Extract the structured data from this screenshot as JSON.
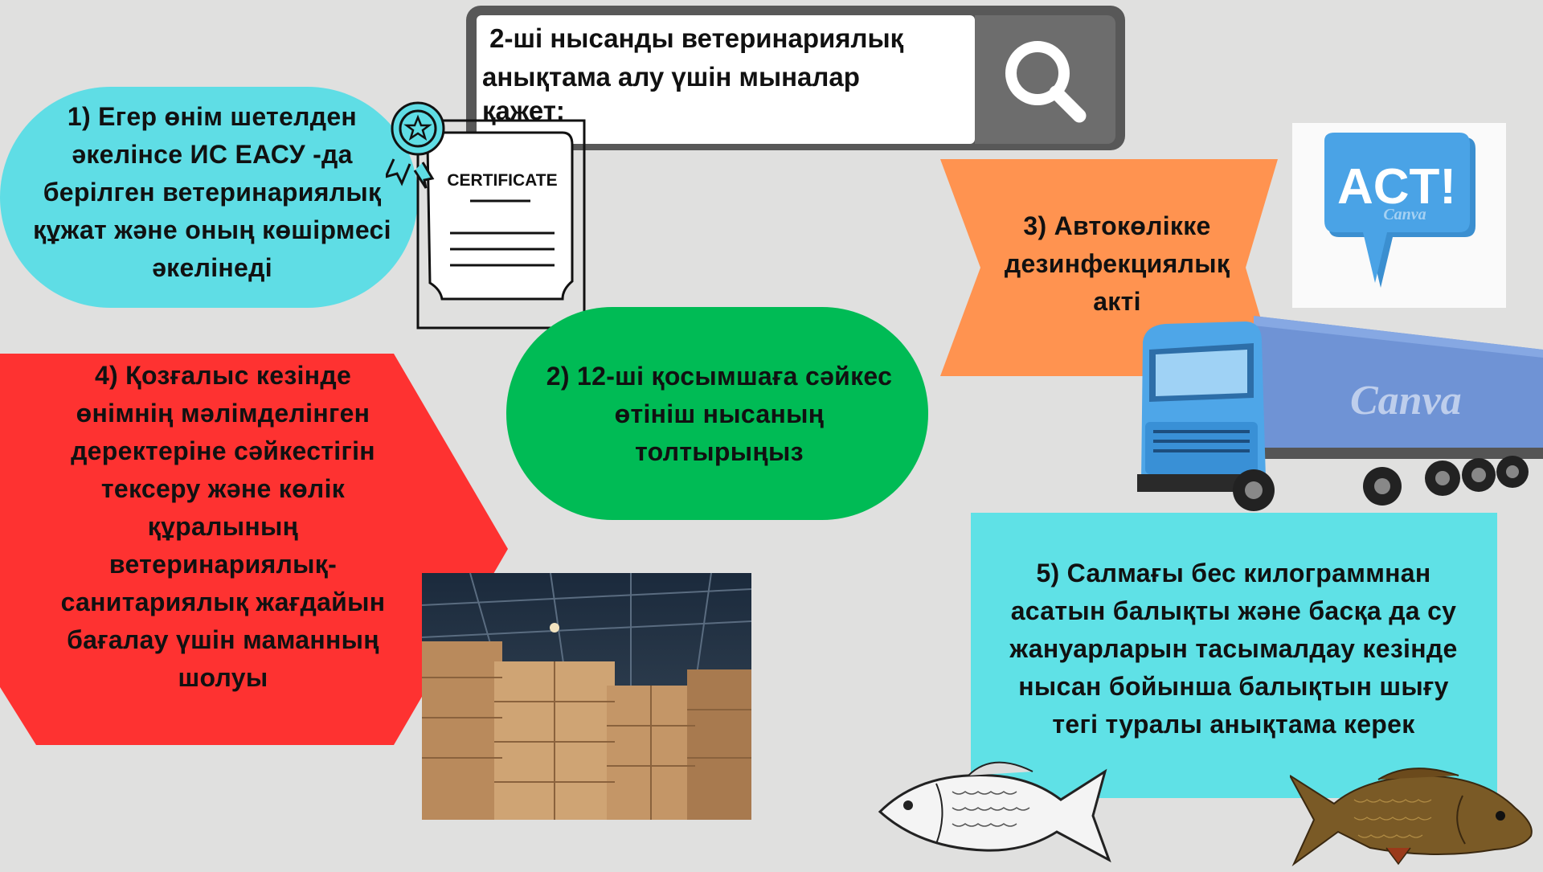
{
  "search": {
    "text_lines": [
      " 2-ші нысанды ветеринариялық",
      "анықтама алу үшін мыналар",
      "қажет:"
    ],
    "icon": "search-icon"
  },
  "item1": {
    "lines": [
      "1) Егер өнім шетелден",
      "әкелінсе ИС ЕАСУ -да",
      "берілген ветеринариялық",
      "құжат және оның көшірмесі",
      "әкелінеді"
    ],
    "color": "#5fdde5"
  },
  "certificate": {
    "label": "CERTIFICATE",
    "icon": "certificate-icon"
  },
  "item2": {
    "lines": [
      "2) 12-ші қосымшаға сәйкес",
      "өтініш  нысаның",
      "толтырыңыз"
    ],
    "color": "#00bb55"
  },
  "item3": {
    "lines": [
      "3) Автокөлікке",
      "дезинфекциялық",
      "акті"
    ],
    "color": "#ff9350"
  },
  "act": {
    "label": "ACT!",
    "watermark": "Canva"
  },
  "truck": {
    "watermark": "Canva",
    "icon": "truck-icon"
  },
  "item4": {
    "lines": [
      "4) Қозғалыс кезінде",
      "өнімнің мәлімделінген",
      "деректеріне сәйкестігін",
      "тексеру және көлік",
      "құралының",
      "ветеринариялық-",
      "санитариялық  жағдайын",
      "бағалау үшін маманның",
      "шолуы"
    ],
    "color": "#fe3231"
  },
  "item5": {
    "lines": [
      "5) Салмағы бес килограммнан",
      "асатын балықты және басқа да су",
      "жануарларын тасымалдау кезінде",
      "нысан бойынша балықтын шығу",
      "тегі туралы анықтама керек"
    ],
    "color": "#5fe1e6"
  }
}
